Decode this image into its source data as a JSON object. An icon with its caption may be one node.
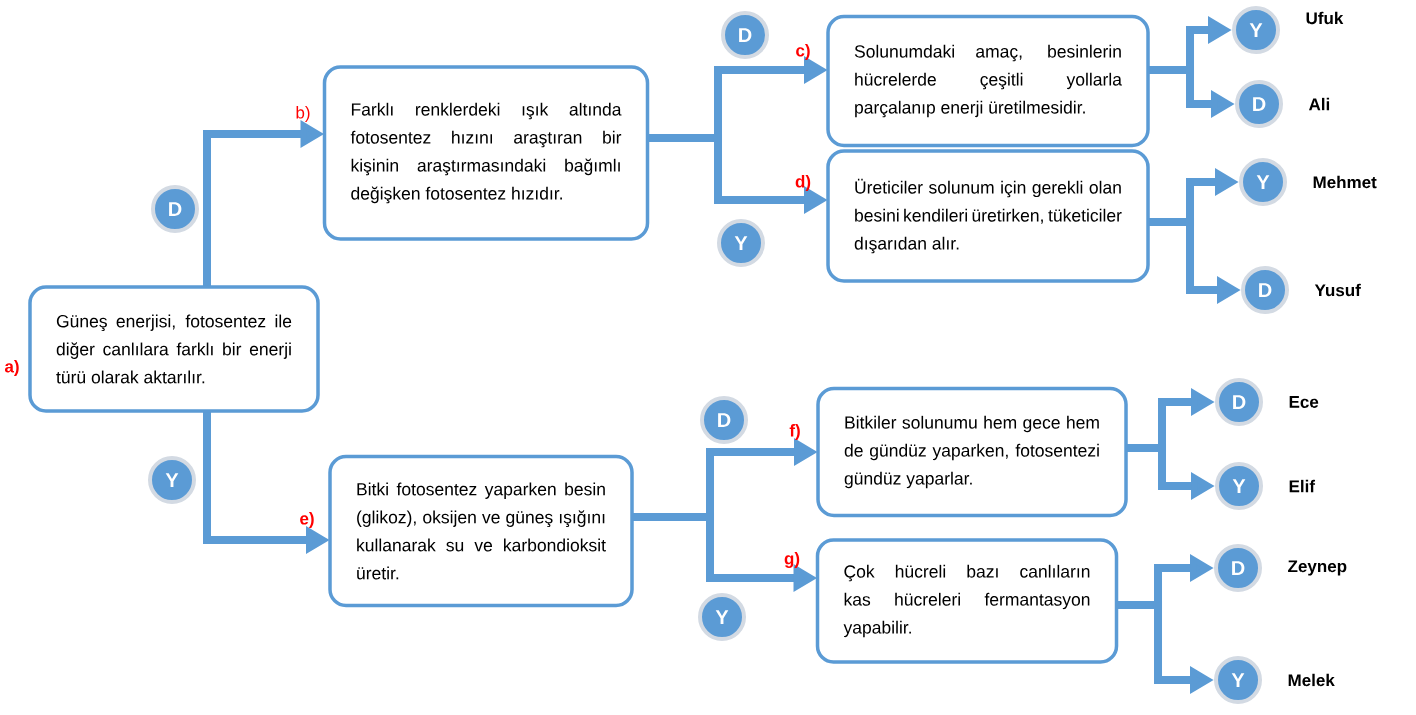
{
  "diagram": {
    "nodes": [
      {
        "text": [
          "Güneş enerjisi, fotosentez ile diğer canlılara farklı bir enerji türü olarak aktarılır."
        ],
        "beside": [
          "a)"
        ]
      },
      {
        "text": [
          "Farklı renklerdeki ışık altında fotosentez hızını araştıran bir kişinin araştırmasındaki bağımlı değişken fotosentez hızıdır."
        ],
        "beside": [
          "b)"
        ]
      },
      {
        "text": [
          "Solunumdaki amaç, besinlerin hücrelerde çeşitli yollarla parçalanıp enerji üretilmesidir."
        ],
        "beside": [
          "c)"
        ]
      },
      {
        "text": [
          "Üreticiler solunum için gerekli olan besini kendileri üretirken, tüketiciler dışarıdan alır."
        ],
        "beside": [
          "d)"
        ]
      },
      {
        "text": [
          "Bitki fotosentez yaparken besin (glikoz), oksijen ve güneş ışığını kullanarak su ve karbondioksit üretir."
        ],
        "beside": [
          "e)"
        ]
      },
      {
        "text": [
          "Bitkiler solunumu hem gece hem de gündüz yaparken, fotosentezi gündüz yaparlar."
        ],
        "beside": [
          "f)"
        ]
      },
      {
        "text": [
          "Çok hücreli bazı canlıların kas hücreleri fermantasyon yapabilir."
        ],
        "beside": [
          "g)"
        ]
      },
      {
        "text": [
          "Y"
        ],
        "beside": [
          "Ufuk"
        ]
      },
      {
        "text": [
          "D"
        ],
        "beside": [
          "Ali"
        ]
      },
      {
        "text": [
          "Y"
        ],
        "beside": [
          "Mehmet"
        ]
      },
      {
        "text": [
          "D"
        ],
        "beside": [
          "Yusuf"
        ]
      },
      {
        "text": [
          "D"
        ],
        "beside": [
          "Ece"
        ]
      },
      {
        "text": [
          "Y"
        ],
        "beside": [
          "Elif"
        ]
      },
      {
        "text": [
          "D"
        ],
        "beside": [
          "Zeynep"
        ]
      },
      {
        "text": [
          "Y"
        ],
        "beside": [
          "Melek"
        ]
      },
      {
        "text": [
          "D"
        ]
      },
      {
        "text": [
          "Y"
        ]
      },
      {
        "text": [
          "D"
        ]
      },
      {
        "text": [
          "Y"
        ]
      },
      {
        "text": [
          "D"
        ]
      },
      {
        "text": [
          "Y"
        ]
      }
    ],
    "edges": [
      {
        "from": 0,
        "to": 1,
        "arrow": "to"
      },
      {
        "from": 0,
        "to": 4,
        "arrow": "to"
      },
      {
        "from": 1,
        "to": 2,
        "arrow": "to"
      },
      {
        "from": 1,
        "to": 3,
        "arrow": "to"
      },
      {
        "from": 2,
        "to": 7,
        "arrow": "to"
      },
      {
        "from": 2,
        "to": 8,
        "arrow": "to"
      },
      {
        "from": 3,
        "to": 9,
        "arrow": "to"
      },
      {
        "from": 3,
        "to": 10,
        "arrow": "to"
      },
      {
        "from": 4,
        "to": 5,
        "arrow": "to"
      },
      {
        "from": 4,
        "to": 6,
        "arrow": "to"
      },
      {
        "from": 5,
        "to": 11,
        "arrow": "to"
      },
      {
        "from": 5,
        "to": 12,
        "arrow": "to"
      },
      {
        "from": 6,
        "to": 13,
        "arrow": "to"
      },
      {
        "from": 6,
        "to": 14,
        "arrow": "to"
      }
    ]
  }
}
